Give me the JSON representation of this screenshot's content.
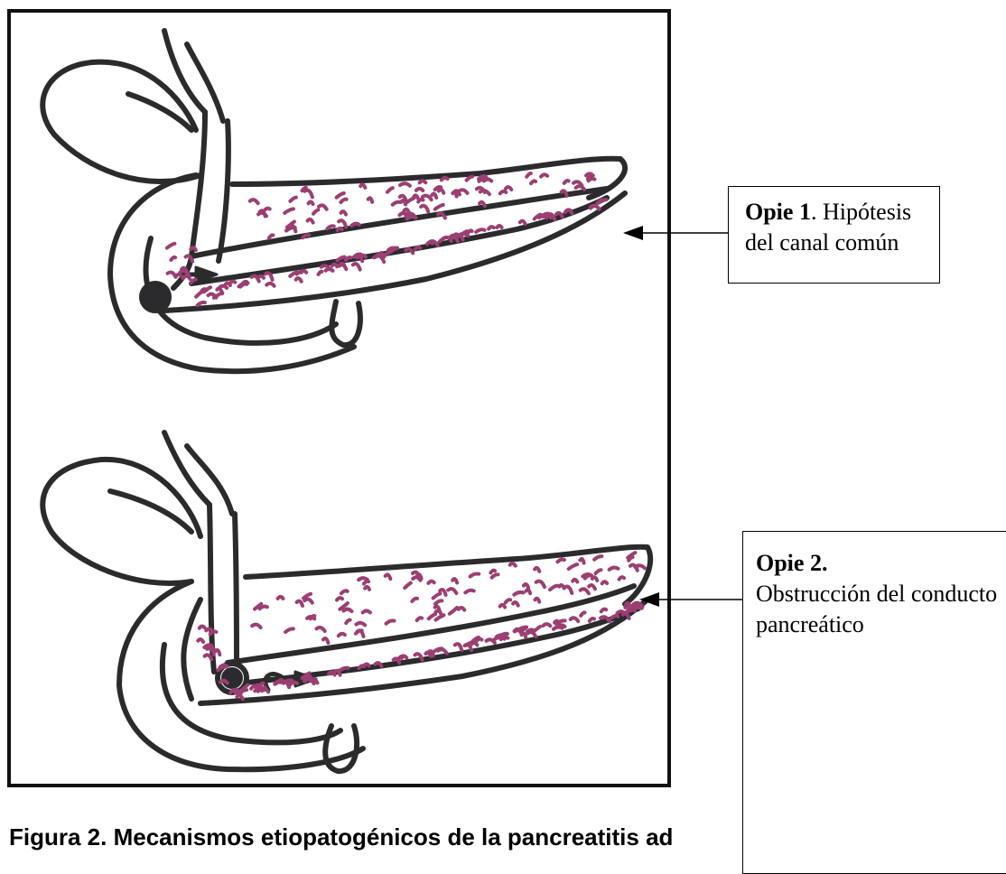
{
  "callouts": [
    {
      "title": "Opie 1",
      "rest": ". Hipótesis del canal común"
    },
    {
      "title": "Opie 2.",
      "rest": "Obstrucción del conducto pancreático"
    }
  ],
  "caption": "Figura 2. Mecanismos etiopatogénicos de la pancreatitis ad",
  "colors": {
    "outline": "#2b2b2e",
    "acini": "#9b3f72",
    "frame": "#111111"
  }
}
